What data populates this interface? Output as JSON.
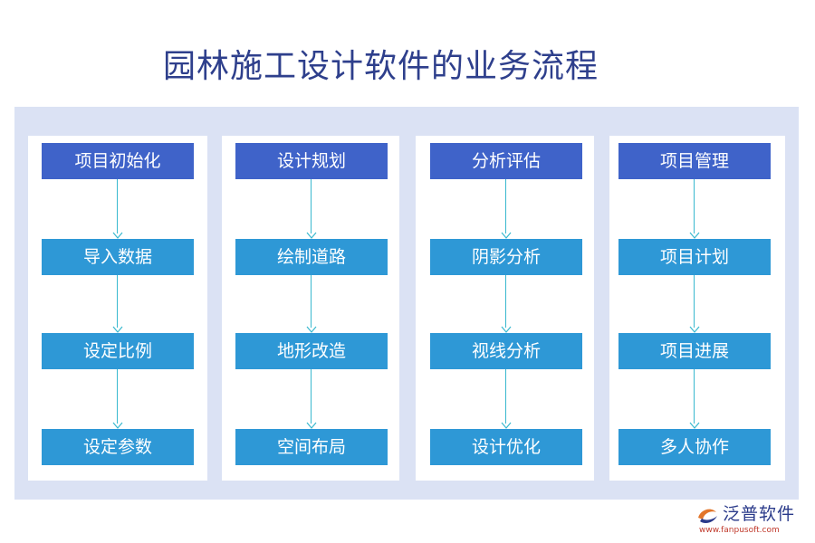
{
  "title": "园林施工设计软件的业务流程",
  "columns": [
    {
      "header": "项目初始化",
      "steps": [
        "导入数据",
        "设定比例",
        "设定参数"
      ]
    },
    {
      "header": "设计规划",
      "steps": [
        "绘制道路",
        "地形改造",
        "空间布局"
      ]
    },
    {
      "header": "分析评估",
      "steps": [
        "阴影分析",
        "视线分析",
        "设计优化"
      ]
    },
    {
      "header": "项目管理",
      "steps": [
        "项目计划",
        "项目进展",
        "多人协作"
      ]
    }
  ],
  "logo": {
    "name": "泛普软件",
    "url": "www.fanpusoft.com"
  },
  "colors": {
    "header_box": "#3f63c9",
    "step_box": "#2e98d6",
    "arrow": "#39b9cf",
    "panel": "#dbe2f4",
    "title": "#2e3f8c"
  }
}
